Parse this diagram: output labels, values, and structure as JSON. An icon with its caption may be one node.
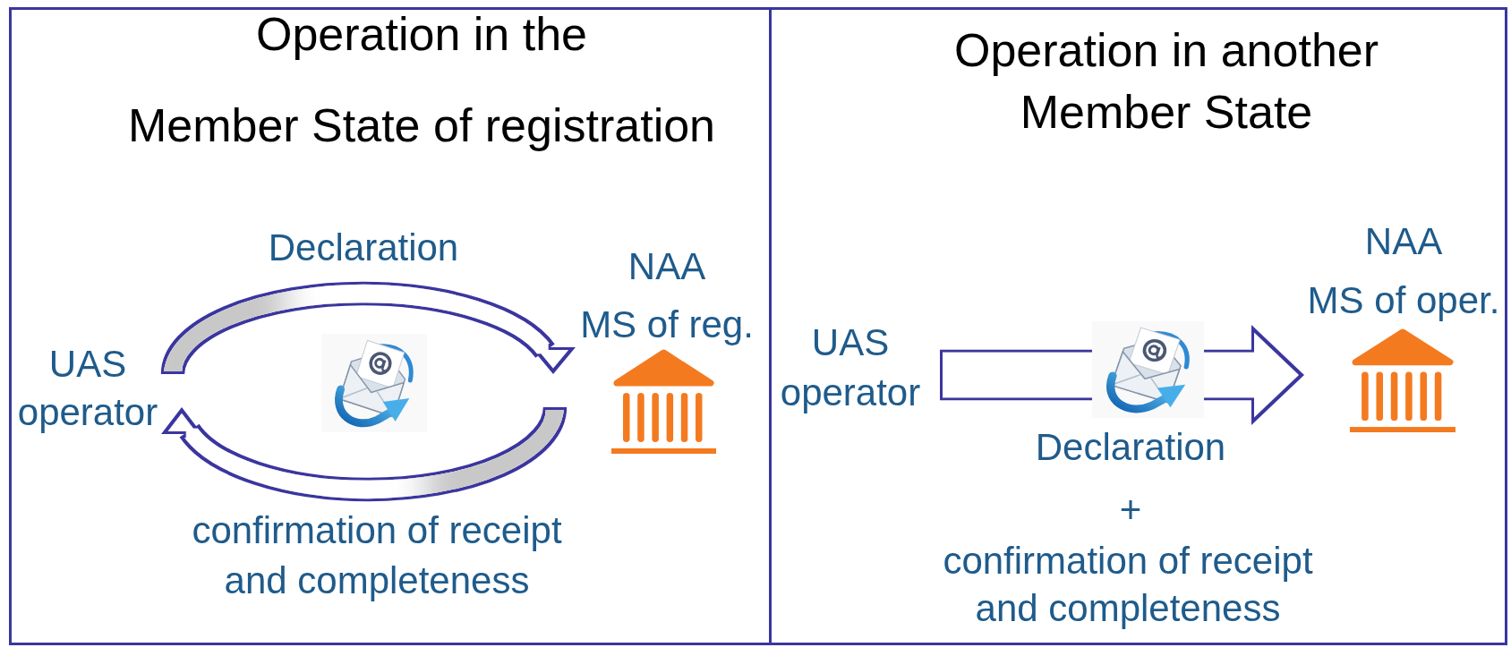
{
  "diagram": {
    "nodes": [
      {
        "text": [
          "Operation in the",
          "Member State of registration"
        ]
      },
      {
        "text": [
          "UAS operator"
        ],
        "in": 0
      },
      {
        "text": [
          "NAA",
          "MS of reg."
        ],
        "in": 0
      },
      {
        "text": [
          "Operation in another Member State"
        ]
      },
      {
        "text": [
          "UAS operator"
        ],
        "in": 3
      },
      {
        "text": [
          "NAA",
          "MS of oper."
        ],
        "in": 3
      }
    ],
    "edges": [
      {
        "from": 1,
        "to": 2,
        "arrow": "to",
        "label": "Declaration"
      },
      {
        "from": 2,
        "to": 1,
        "arrow": "to",
        "label": "confirmation of receipt and completeness"
      },
      {
        "from": 4,
        "to": 5,
        "arrow": "to",
        "label": "Declaration"
      }
    ],
    "labels": [
      "+",
      "confirmation of receipt and completeness"
    ]
  }
}
